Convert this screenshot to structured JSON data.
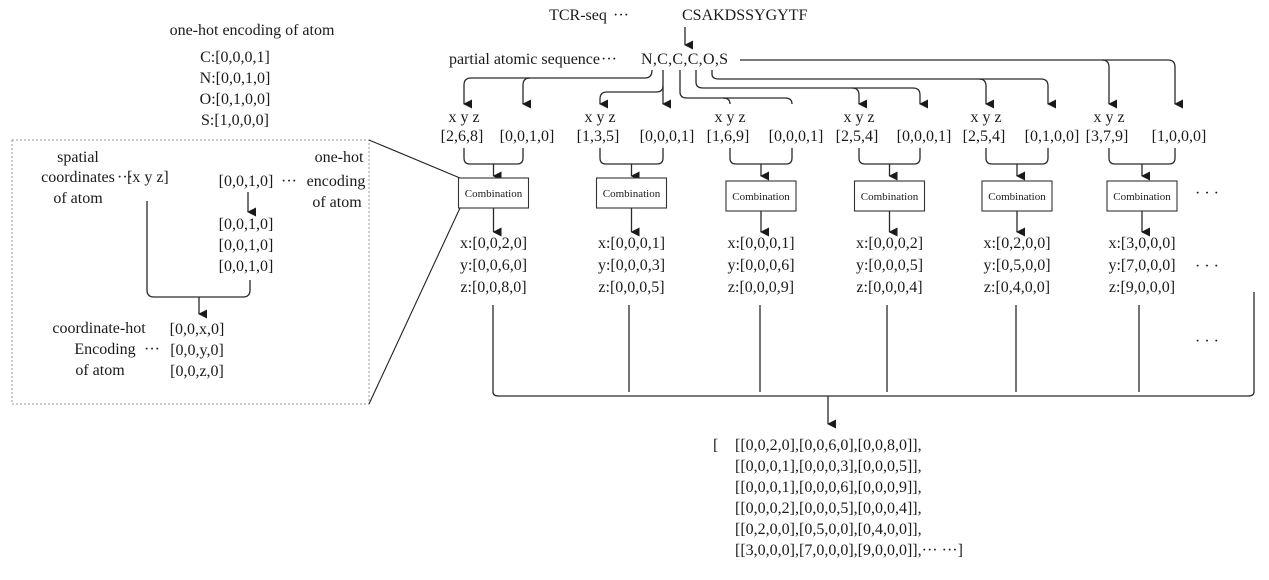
{
  "legend": {
    "title": "one-hot encoding of atom",
    "items": [
      "C:[0,0,0,1]",
      "N:[0,0,1,0]",
      "O:[0,1,0,0]",
      "S:[1,0,0,0]"
    ]
  },
  "detail": {
    "spatial_label": [
      "spatial",
      "coordinates",
      "of atom"
    ],
    "spatial_dots": "···",
    "xyz": "[x y z]",
    "onehot_value": "[0,0,1,0]",
    "onehot_dots": "···",
    "onehot_label": [
      "one-hot",
      "encoding",
      "of atom"
    ],
    "repeated": [
      "[0,0,1,0]",
      "[0,0,1,0]",
      "[0,0,1,0]"
    ],
    "coord_label": [
      "coordinate-hot",
      "Encoding",
      "of atom"
    ],
    "coord_dots": "···",
    "coord_values": [
      "[0,0,x,0]",
      "[0,0,y,0]",
      "[0,0,z,0]"
    ]
  },
  "header": {
    "tcr_label": "TCR-seq",
    "tcr_dots": "···",
    "tcr_sequence": "CSAKDSSYGYTF",
    "atomic_label": "partial atomic sequence",
    "atomic_dots": "···",
    "atomic_sequence": "N,C,C,C,O,S"
  },
  "atoms": [
    {
      "atom": "N",
      "xyz_label": "x y z",
      "coords": "[2,6,8]",
      "onehot": "[0,0,1,0]",
      "combo": "Combination",
      "x": "x:[0,0,2,0]",
      "y": "y:[0,0,6,0]",
      "z": "z:[0,0,8,0]"
    },
    {
      "atom": "C",
      "xyz_label": "x y z",
      "coords": "[1,3,5]",
      "onehot": "[0,0,0,1]",
      "combo": "Combination",
      "x": "x:[0,0,0,1]",
      "y": "y:[0,0,0,3]",
      "z": "z:[0,0,0,5]"
    },
    {
      "atom": "C",
      "xyz_label": "x y z",
      "coords": "[1,6,9]",
      "onehot": "[0,0,0,1]",
      "combo": "Combination",
      "x": "x:[0,0,0,1]",
      "y": "y:[0,0,0,6]",
      "z": "z:[0,0,0,9]"
    },
    {
      "atom": "C",
      "xyz_label": "x y z",
      "coords": "[2,5,4]",
      "onehot": "[0,0,0,1]",
      "combo": "Combination",
      "x": "x:[0,0,0,2]",
      "y": "y:[0,0,0,5]",
      "z": "z:[0,0,0,4]"
    },
    {
      "atom": "O",
      "xyz_label": "x y z",
      "coords": "[2,5,4]",
      "onehot": "[0,1,0,0]",
      "combo": "Combination",
      "x": "x:[0,2,0,0]",
      "y": "y:[0,5,0,0]",
      "z": "z:[0,4,0,0]"
    },
    {
      "atom": "S",
      "xyz_label": "x y z",
      "coords": "[3,7,9]",
      "onehot": "[1,0,0,0]",
      "combo": "Combination",
      "x": "x:[3,0,0,0]",
      "y": "y:[7,0,0,0]",
      "z": "z:[9,0,0,0]"
    }
  ],
  "ellipsis": "· · ·",
  "output": {
    "open_bracket": "[",
    "rows": [
      "[[0,0,2,0],[0,0,6,0],[0,0,8,0]],",
      "[[0,0,0,1],[0,0,0,3],[0,0,0,5]],",
      "[[0,0,0,1],[0,0,0,6],[0,0,0,9]],",
      "[[0,0,0,2],[0,0,0,5],[0,0,0,4]],",
      "[[0,2,0,0],[0,5,0,0],[0,4,0,0]],",
      "[[3,0,0,0],[7,0,0,0],[9,0,0,0]],···  ···]"
    ]
  }
}
